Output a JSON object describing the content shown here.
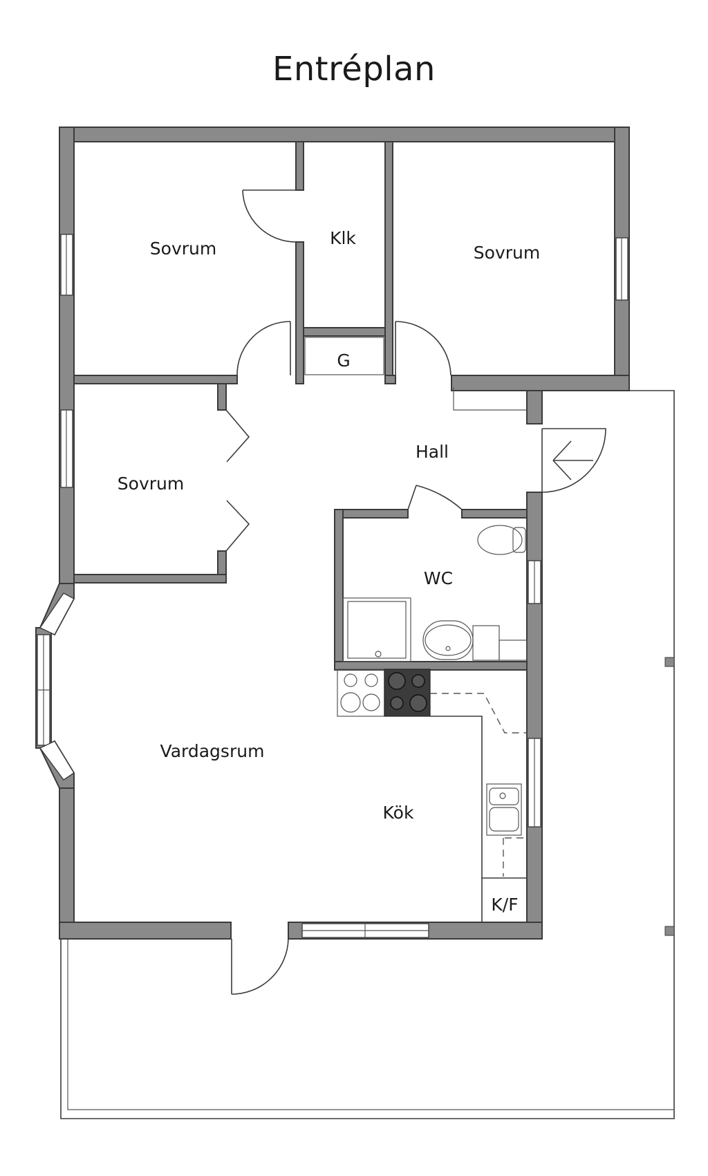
{
  "title": "Entréplan",
  "rooms": {
    "sovrum_top_left": "Sovrum",
    "klk": "Klk",
    "sovrum_top_right": "Sovrum",
    "g": "G",
    "hall": "Hall",
    "sovrum_left": "Sovrum",
    "wc": "WC",
    "vardagsrum": "Vardagsrum",
    "kok": "Kök",
    "kf": "K/F"
  }
}
